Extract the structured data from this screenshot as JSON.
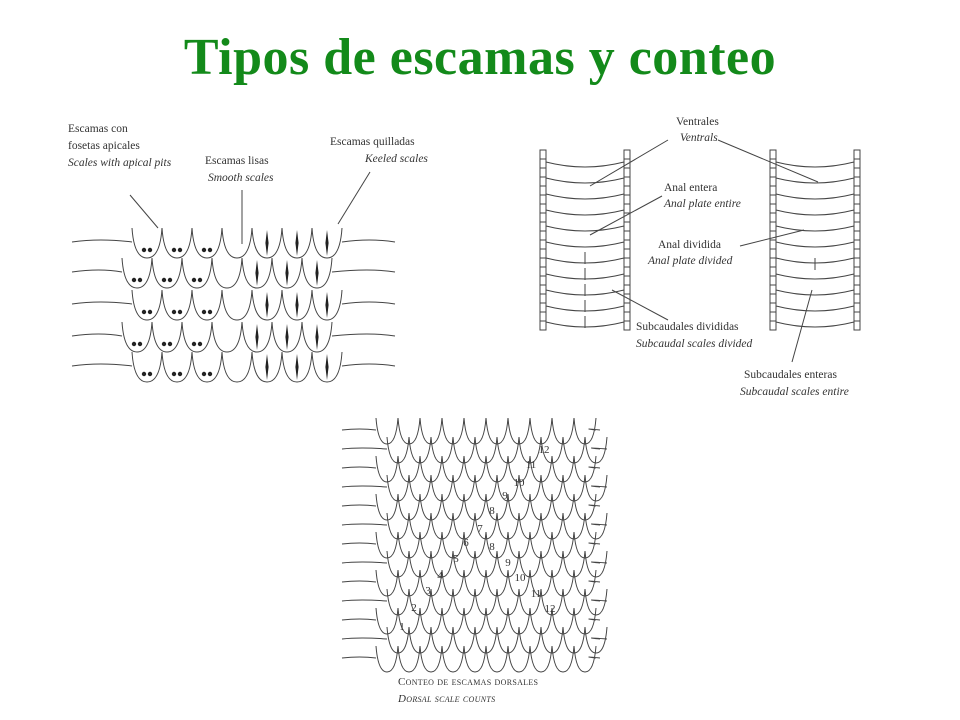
{
  "title": "Tipos de escamas y conteo",
  "colors": {
    "title": "#138a1a",
    "line": "#444444",
    "text": "#333333"
  },
  "scale_types": {
    "apical_es1": "Escamas con",
    "apical_es2": "fosetas apicales",
    "apical_en": "Scales with apical pits",
    "smooth_es": "Escamas lisas",
    "smooth_en": "Smooth scales",
    "keeled_es": "Escamas quilladas",
    "keeled_en": "Keeled scales"
  },
  "ventral": {
    "ventrales_es": "Ventrales",
    "ventrales_en": "Ventrals",
    "anal_entera_es": "Anal entera",
    "anal_entera_en": "Anal plate entire",
    "anal_dividida_es": "Anal dividida",
    "anal_dividida_en": "Anal plate divided",
    "sub_div_es": "Subcaudales divididas",
    "sub_div_en": "Subcaudal scales divided",
    "sub_ent_es": "Subcaudales enteras",
    "sub_ent_en": "Subcaudal scales entire"
  },
  "dorsal": {
    "caption_es": "Conteo de escamas dorsales",
    "caption_en": "Dorsal scale counts",
    "counts": [
      "1",
      "2",
      "3",
      "4",
      "5",
      "6",
      "7",
      "8",
      "9",
      "10",
      "11",
      "12",
      "8",
      "9",
      "10",
      "11",
      "12"
    ]
  }
}
